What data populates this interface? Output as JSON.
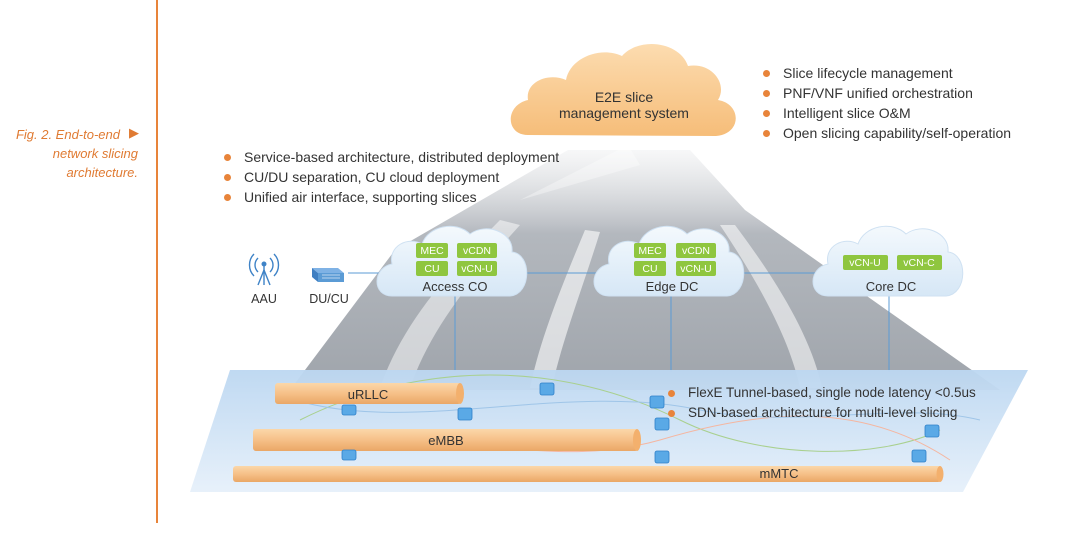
{
  "figure_caption": {
    "line1": "Fig. 2. End-to-end",
    "line2": "network slicing",
    "line3": "architecture."
  },
  "e2e_system": {
    "line1": "E2E slice",
    "line2": "management system"
  },
  "right_bullets": [
    "Slice lifecycle management",
    "PNF/VNF unified orchestration",
    "Intelligent slice O&M",
    "Open slicing capability/self-operation"
  ],
  "left_bullets": [
    "Service-based architecture, distributed deployment",
    "CU/DU separation, CU cloud deployment",
    "Unified air interface, supporting slices"
  ],
  "devices": {
    "aau": "AAU",
    "ducu": "DU/CU"
  },
  "clouds": {
    "access_co": {
      "name": "Access CO",
      "tags": [
        "MEC",
        "vCDN",
        "CU",
        "vCN-U"
      ]
    },
    "edge_dc": {
      "name": "Edge DC",
      "tags": [
        "MEC",
        "vCDN",
        "CU",
        "vCN-U"
      ]
    },
    "core_dc": {
      "name": "Core DC",
      "tags": [
        "vCN-U",
        "vCN-C"
      ]
    }
  },
  "slices": {
    "urllc": "uRLLC",
    "embb": "eMBB",
    "mmtc": "mMTC"
  },
  "transport_bullets": [
    "FlexE Tunnel-based, single node latency <0.5us",
    "SDN-based architecture for multi-level slicing"
  ],
  "colors": {
    "accent": "#e8843a",
    "cloud_fill": "#f9c98c",
    "cloud_blue": "#e3effa",
    "tag_green": "#8fc63f",
    "platform": "#cfe3f6"
  }
}
